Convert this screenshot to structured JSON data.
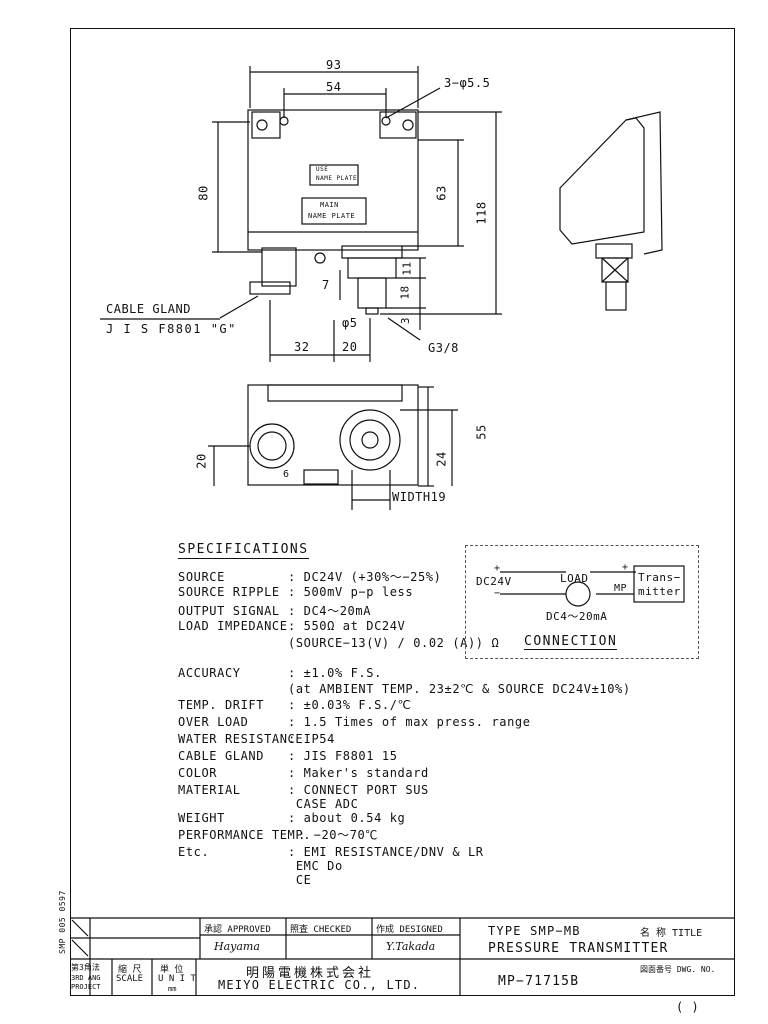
{
  "dims": {
    "d93": "93",
    "d54": "54",
    "holes": "3−φ5.5",
    "d80": "80",
    "d63": "63",
    "d118": "118",
    "d7": "7",
    "d11": "11",
    "d18": "18",
    "d3": "3",
    "phi5": "φ5",
    "d32": "32",
    "d20": "20",
    "g38": "G3/8",
    "d55": "55",
    "d20b": "20",
    "d24": "24",
    "d6": "6",
    "width19": "WIDTH19",
    "use_plate": "USE",
    "use_plate2": "NAME PLATE",
    "main_plate": "MAIN",
    "main_plate2": "NAME PLATE",
    "cable_gland": "CABLE GLAND",
    "jis": "J I S  F8801 \"G\""
  },
  "specs": {
    "title": "SPECIFICATIONS",
    "rows": [
      {
        "k": "SOURCE",
        "v": ": DC24V (+30%〜−25%)"
      },
      {
        "k": "SOURCE RIPPLE",
        "v": ": 500mV p−p less"
      },
      {
        "k": "OUTPUT SIGNAL",
        "v": ": DC4〜20mA"
      },
      {
        "k": "LOAD IMPEDANCE",
        "v": ": 550Ω at DC24V"
      },
      {
        "k": "",
        "v": "(SOURCE−13(V) / 0.02 (A)) Ω"
      },
      {
        "k": "ACCURACY",
        "v": ": ±1.0% F.S."
      },
      {
        "k": "",
        "v": "(at AMBIENT TEMP. 23±2℃ & SOURCE DC24V±10%)"
      },
      {
        "k": "TEMP. DRIFT",
        "v": ": ±0.03% F.S./℃"
      },
      {
        "k": "OVER LOAD",
        "v": ": 1.5 Times of max press. range"
      },
      {
        "k": "WATER RESISTANCE",
        "v": ": IP54"
      },
      {
        "k": "CABLE GLAND",
        "v": ": JIS F8801 15"
      },
      {
        "k": "COLOR",
        "v": ": Maker's standard"
      },
      {
        "k": "MATERIAL",
        "v": ": CONNECT PORT SUS"
      },
      {
        "k": "",
        "v": "  CASE          ADC"
      },
      {
        "k": "WEIGHT",
        "v": ": about 0.54 kg"
      },
      {
        "k": "PERFORMANCE TEMP.",
        "v": ": −20〜70℃"
      },
      {
        "k": "Etc.",
        "v": ": EMI RESISTANCE/DNV & LR"
      },
      {
        "k": "",
        "v": "  EMC Do"
      },
      {
        "k": "",
        "v": "  CE"
      }
    ]
  },
  "connection": {
    "title": "CONNECTION",
    "dc24v": "DC24V",
    "load": "LOAD",
    "mp": "MP",
    "trans": "Trans−",
    "mitter": "mitter",
    "current": "DC4〜20mA",
    "plus": "+",
    "minus": "−"
  },
  "titleblock": {
    "approved": "承認 APPROVED",
    "checked": "照査 CHECKED",
    "designed": "作成 DESIGNED",
    "approved_sig": "Hayama",
    "designed_sig": "Y.Takada",
    "type": "TYPE SMP−MB",
    "name_label": "名 称 TITLE",
    "product": "PRESSURE TRANSMITTER",
    "projection_jp": "第3角法",
    "projection_en": "3RD ANG PROJECT",
    "scale_jp": "縮 尺",
    "scale_en": "SCALE",
    "unit_jp": "単 位",
    "unit_en": "U N I T",
    "unit_val": "mm",
    "company_jp": "明陽電機株式会社",
    "company_en": "MEIYO ELECTRIC CO., LTD.",
    "dwg_label": "図面番号 DWG. NO.",
    "dwg_no": "MP−71715B",
    "side_code": "SMP 005 0597",
    "paren": "(          )"
  }
}
